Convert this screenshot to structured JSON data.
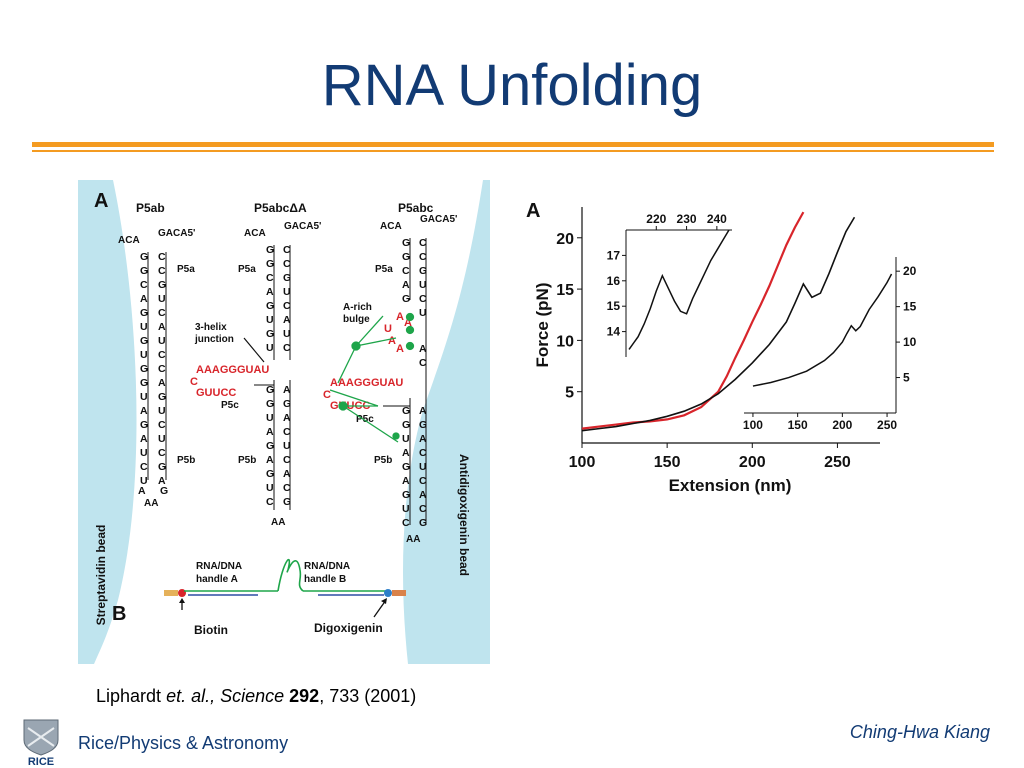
{
  "slide": {
    "title": "RNA Unfolding"
  },
  "figure_left": {
    "panel_a_label": "A",
    "panel_b_label": "B",
    "construct_labels": [
      "P5ab",
      "P5abcΔA",
      "P5abc"
    ],
    "helix_labels": {
      "p5a": "P5a",
      "p5b": "P5b",
      "p5c": "P5c"
    },
    "annotations": {
      "three_helix_line1": "3-helix",
      "three_helix_line2": "junction",
      "a_rich_line1": "A-rich",
      "a_rich_line2": "bulge"
    },
    "top_loop": "ACA",
    "top_tail": "GACA5'",
    "bottom_loop": "AA",
    "red_seq_top": "AAAGGGUAU",
    "red_seq_mid": "C",
    "red_seq_bot": "GUUCC",
    "bulge_seq": [
      "U",
      "A",
      "A"
    ],
    "bulge_seq_2": [
      "A",
      "A"
    ],
    "bead_left": "Streptavidin bead",
    "bead_right": "Antidigoxigenin bead",
    "handle_a_line1": "RNA/DNA",
    "handle_a_line2": "handle A",
    "handle_b_line1": "RNA/DNA",
    "handle_b_line2": "handle B",
    "biotin": "Biotin",
    "digoxigenin": "Digoxigenin",
    "colors": {
      "bead": "#bfe4ee",
      "red": "#d8252b",
      "green": "#1ea54a",
      "handle_blue": "#2d4fa3",
      "biotin_tag": "#e5b15a",
      "dig_tag": "#d9824a"
    }
  },
  "chart_data": {
    "type": "line",
    "panel_label": "A",
    "xlabel": "Extension (nm)",
    "ylabel": "Force (pN)",
    "xlim": [
      100,
      275
    ],
    "ylim": [
      0,
      23
    ],
    "x_ticks": [
      100,
      150,
      200,
      250
    ],
    "y_ticks": [
      5,
      10,
      15,
      20
    ],
    "series": [
      {
        "color": "#d8252b",
        "x": [
          100,
          110,
          120,
          130,
          140,
          150,
          160,
          170,
          180,
          185,
          190,
          195,
          200,
          205,
          210,
          215,
          220,
          225,
          230
        ],
        "y": [
          1.4,
          1.6,
          1.8,
          2.0,
          2.1,
          2.3,
          2.7,
          3.5,
          5.0,
          6.5,
          8.3,
          10.0,
          11.8,
          13.5,
          15.3,
          17.3,
          19.3,
          21.0,
          22.5
        ]
      },
      {
        "color": "#111111",
        "x": [
          100,
          110,
          120,
          130,
          140,
          150,
          160,
          170,
          180,
          190,
          200,
          210,
          220,
          225,
          230,
          235,
          240,
          245,
          250,
          255,
          260
        ],
        "y": [
          1.2,
          1.4,
          1.6,
          1.9,
          2.2,
          2.6,
          3.1,
          3.8,
          4.8,
          6.2,
          7.8,
          9.6,
          11.8,
          13.6,
          15.5,
          14.2,
          14.6,
          16.5,
          18.6,
          20.6,
          22.0
        ]
      }
    ],
    "insets": [
      {
        "name": "top-left inset",
        "x_ticks": [
          220,
          230,
          240
        ],
        "y_ticks": [
          14,
          15,
          16,
          17
        ],
        "xlim": [
          210,
          245
        ],
        "ylim": [
          13,
          18
        ],
        "series": [
          {
            "color": "#111111",
            "x": [
              211,
              214,
              216,
              218,
              220,
              221,
              222,
              224,
              226,
              228,
              230,
              232,
              234,
              236,
              238,
              240,
              242,
              244
            ],
            "y": [
              13.3,
              13.8,
              14.3,
              14.9,
              15.6,
              15.9,
              16.2,
              15.7,
              15.2,
              14.8,
              14.7,
              15.3,
              15.8,
              16.3,
              16.8,
              17.2,
              17.6,
              18.0
            ]
          }
        ]
      },
      {
        "name": "bottom-right inset",
        "x_ticks": [
          100,
          150,
          200,
          250
        ],
        "y_ticks": [
          5,
          10,
          15,
          20
        ],
        "xlim": [
          90,
          260
        ],
        "ylim": [
          0,
          22
        ],
        "series": [
          {
            "color": "#111111",
            "x": [
              100,
              120,
              140,
              160,
              180,
              190,
              200,
              205,
              210,
              215,
              220,
              225,
              230,
              240,
              250,
              255
            ],
            "y": [
              3.8,
              4.3,
              5.0,
              5.9,
              7.4,
              8.5,
              10.0,
              11.2,
              12.3,
              11.6,
              12.2,
              13.4,
              14.6,
              16.4,
              18.4,
              19.6
            ]
          }
        ]
      }
    ]
  },
  "citation": {
    "author": "Liphardt ",
    "etal": "et. al., ",
    "journal": "Science ",
    "volume": "292",
    "rest": ", 733 (2001)"
  },
  "footer": {
    "left": "Rice/Physics & Astronomy",
    "right": "Ching-Hwa Kiang",
    "logo_text": "RICE"
  }
}
